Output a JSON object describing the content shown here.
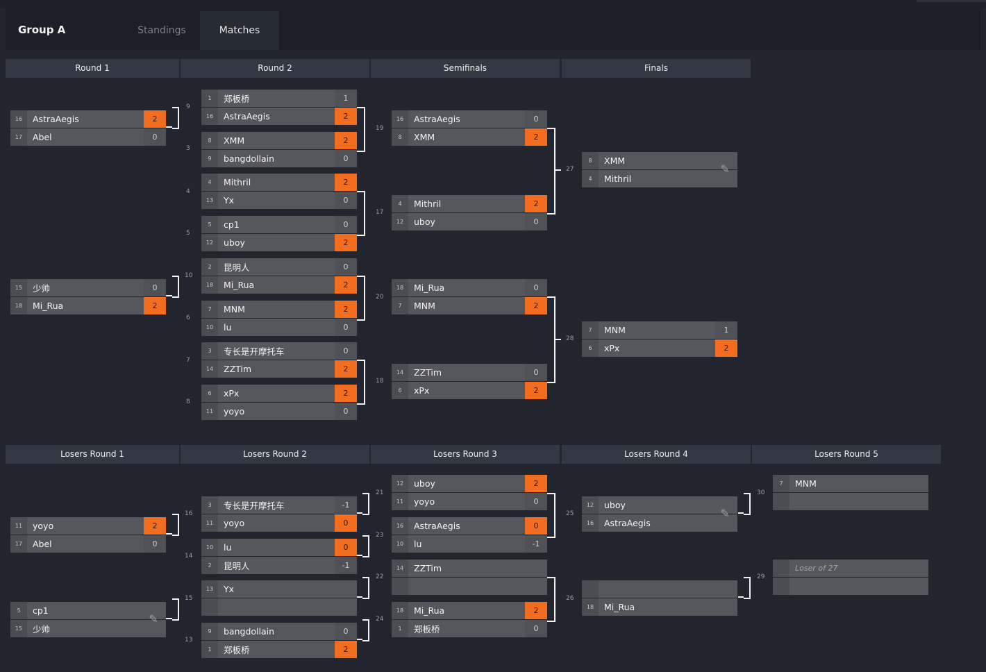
{
  "header": {
    "group_title": "Group A",
    "tabs": [
      {
        "label": "Standings",
        "active": false
      },
      {
        "label": "Matches",
        "active": true
      }
    ]
  },
  "colors": {
    "win": "#f36d21",
    "background": "#22252e",
    "slot": "#55575d"
  },
  "winners_rounds": [
    "Round 1",
    "Round 2",
    "Semifinals",
    "Finals"
  ],
  "losers_rounds": [
    "Losers Round 1",
    "Losers Round 2",
    "Losers Round 3",
    "Losers Round 4",
    "Losers Round 5"
  ],
  "match_numbers": {
    "m9": "9",
    "m3": "3",
    "m4": "4",
    "m5": "5",
    "m10": "10",
    "m6": "6",
    "m7": "7",
    "m8": "8",
    "m19": "19",
    "m17": "17",
    "m20": "20",
    "m18": "18",
    "m27": "27",
    "m28": "28",
    "m16": "16",
    "m14": "14",
    "m15": "15",
    "m13": "13",
    "m21": "21",
    "m23": "23",
    "m22": "22",
    "m24": "24",
    "m25": "25",
    "m26": "26",
    "m30": "30",
    "m29": "29"
  },
  "matches": {
    "w9": {
      "top": {
        "seed": "16",
        "name": "AstraAegis",
        "score": "2"
      },
      "bot": {
        "seed": "17",
        "name": "Abel",
        "score": "0"
      }
    },
    "w10": {
      "top": {
        "seed": "15",
        "name": "少帅",
        "score": "0"
      },
      "bot": {
        "seed": "18",
        "name": "Mi_Rua",
        "score": "2"
      }
    },
    "r2a": {
      "top": {
        "seed": "1",
        "name": "郑板桥",
        "score": "1"
      },
      "bot": {
        "seed": "16",
        "name": "AstraAegis",
        "score": "2"
      }
    },
    "r2b": {
      "top": {
        "seed": "8",
        "name": "XMM",
        "score": "2"
      },
      "bot": {
        "seed": "9",
        "name": "bangdollain",
        "score": "0"
      }
    },
    "r2c": {
      "top": {
        "seed": "4",
        "name": "Mithril",
        "score": "2"
      },
      "bot": {
        "seed": "13",
        "name": "Yx",
        "score": "0"
      }
    },
    "r2d": {
      "top": {
        "seed": "5",
        "name": "cp1",
        "score": "0"
      },
      "bot": {
        "seed": "12",
        "name": "uboy",
        "score": "2"
      }
    },
    "r2e": {
      "top": {
        "seed": "2",
        "name": "昆明人",
        "score": "0"
      },
      "bot": {
        "seed": "18",
        "name": "Mi_Rua",
        "score": "2"
      }
    },
    "r2f": {
      "top": {
        "seed": "7",
        "name": "MNM",
        "score": "2"
      },
      "bot": {
        "seed": "10",
        "name": "lu",
        "score": "0"
      }
    },
    "r2g": {
      "top": {
        "seed": "3",
        "name": "专长是开摩托车",
        "score": "0"
      },
      "bot": {
        "seed": "14",
        "name": "ZZTim",
        "score": "2"
      }
    },
    "r2h": {
      "top": {
        "seed": "6",
        "name": "xPx",
        "score": "2"
      },
      "bot": {
        "seed": "11",
        "name": "yoyo",
        "score": "0"
      }
    },
    "sfa": {
      "top": {
        "seed": "16",
        "name": "AstraAegis",
        "score": "0"
      },
      "bot": {
        "seed": "8",
        "name": "XMM",
        "score": "2"
      }
    },
    "sfb": {
      "top": {
        "seed": "4",
        "name": "Mithril",
        "score": "2"
      },
      "bot": {
        "seed": "12",
        "name": "uboy",
        "score": "0"
      }
    },
    "sfc": {
      "top": {
        "seed": "18",
        "name": "Mi_Rua",
        "score": "0"
      },
      "bot": {
        "seed": "7",
        "name": "MNM",
        "score": "2"
      }
    },
    "sfd": {
      "top": {
        "seed": "14",
        "name": "ZZTim",
        "score": "0"
      },
      "bot": {
        "seed": "6",
        "name": "xPx",
        "score": "2"
      }
    },
    "f27": {
      "top": {
        "seed": "8",
        "name": "XMM",
        "score": ""
      },
      "bot": {
        "seed": "4",
        "name": "Mithril",
        "score": ""
      }
    },
    "f28": {
      "top": {
        "seed": "7",
        "name": "MNM",
        "score": "1"
      },
      "bot": {
        "seed": "6",
        "name": "xPx",
        "score": "2"
      }
    },
    "l16": {
      "top": {
        "seed": "11",
        "name": "yoyo",
        "score": "2"
      },
      "bot": {
        "seed": "17",
        "name": "Abel",
        "score": "0"
      }
    },
    "l15": {
      "top": {
        "seed": "5",
        "name": "cp1",
        "score": ""
      },
      "bot": {
        "seed": "15",
        "name": "少帅",
        "score": ""
      }
    },
    "l2a": {
      "top": {
        "seed": "3",
        "name": "专长是开摩托车",
        "score": "-1"
      },
      "bot": {
        "seed": "11",
        "name": "yoyo",
        "score": "0"
      }
    },
    "l2b": {
      "top": {
        "seed": "10",
        "name": "lu",
        "score": "0"
      },
      "bot": {
        "seed": "2",
        "name": "昆明人",
        "score": "-1"
      }
    },
    "l2c": {
      "top": {
        "seed": "13",
        "name": "Yx",
        "score": ""
      },
      "bot": {
        "seed": "",
        "name": "",
        "score": ""
      }
    },
    "l2d": {
      "top": {
        "seed": "9",
        "name": "bangdollain",
        "score": "0"
      },
      "bot": {
        "seed": "1",
        "name": "郑板桥",
        "score": "2"
      }
    },
    "l3a": {
      "top": {
        "seed": "12",
        "name": "uboy",
        "score": "2"
      },
      "bot": {
        "seed": "11",
        "name": "yoyo",
        "score": "0"
      }
    },
    "l3b": {
      "top": {
        "seed": "16",
        "name": "AstraAegis",
        "score": "0"
      },
      "bot": {
        "seed": "10",
        "name": "lu",
        "score": "-1"
      }
    },
    "l3c": {
      "top": {
        "seed": "14",
        "name": "ZZTim",
        "score": ""
      },
      "bot": {
        "seed": "",
        "name": "",
        "score": ""
      }
    },
    "l3d": {
      "top": {
        "seed": "18",
        "name": "Mi_Rua",
        "score": "2"
      },
      "bot": {
        "seed": "1",
        "name": "郑板桥",
        "score": "0"
      }
    },
    "l25": {
      "top": {
        "seed": "12",
        "name": "uboy",
        "score": ""
      },
      "bot": {
        "seed": "16",
        "name": "AstraAegis",
        "score": ""
      }
    },
    "l26": {
      "top": {
        "seed": "",
        "name": "",
        "score": ""
      },
      "bot": {
        "seed": "18",
        "name": "Mi_Rua",
        "score": ""
      }
    },
    "l30": {
      "top": {
        "seed": "7",
        "name": "MNM",
        "score": ""
      },
      "bot": {
        "seed": "",
        "name": "",
        "score": ""
      }
    },
    "l29": {
      "top": {
        "seed": "",
        "name": "Loser of 27",
        "score": ""
      },
      "bot": {
        "seed": "",
        "name": "",
        "score": ""
      }
    }
  }
}
